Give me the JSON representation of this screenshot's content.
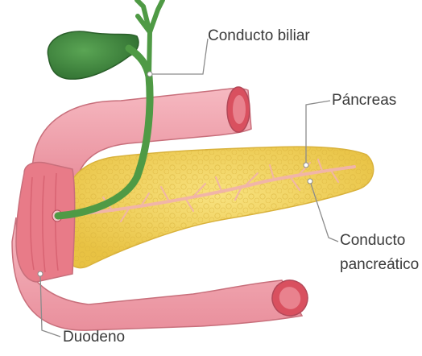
{
  "labels": {
    "bile_duct": "Conducto biliar",
    "pancreas": "Páncreas",
    "pancreatic_duct_line1": "Conducto",
    "pancreatic_duct_line2": "pancreático",
    "duodenum": "Duodeno"
  },
  "colors": {
    "duodenum": "#f0a3ad",
    "duodenum_edge": "#c86f7b",
    "duodenum_inner": "#d9505f",
    "pancreas": "#f3d565",
    "pancreas_edge": "#d9b23c",
    "gallbladder": "#3f8a3f",
    "bile_duct": "#4f9a45",
    "pancreatic_duct": "#f1b5a8",
    "leader_line": "#8c8c8c",
    "text": "#3a3a3a"
  }
}
